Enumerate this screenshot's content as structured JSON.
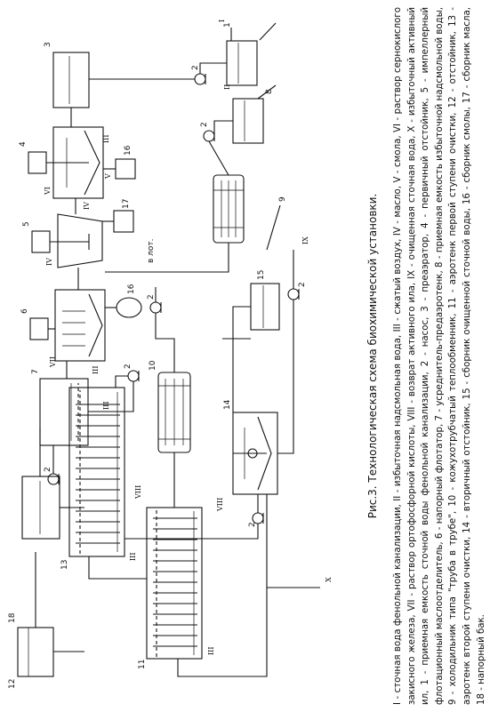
{
  "figure": {
    "caption": "Рис.3. Технологическая схема биохимической установки.",
    "legend": "I - сточная вода фенольной канализации, II - избыточная надсмольная вода, III - сжатый воздух, IV - масло, V - смола, VI - раствор сернокислого закисного железа, VII - раствор ортофосфорной кислоты, VIII - возврат активного ила, IX - очищенная сточная вода, X - избыточный активный ил, 1 - приемная емкость сточной воды фенольной канализации, 2 - насос, 3 - преаэратор, 4 - первичный отстойник, 5 - импеллерный флотационный маслоотделитель, 6 - напорный флотатор, 7 - усреднитель-предаэротенк, 8 - приемная емкость избыточной надсмольной воды, 9 - холодильник типа \"труба в трубе\", 10 - кожухотрубчатый теплообменник, 11 - аэротенк первой ступени очистки, 12 - отстойник, 13 - аэротенк второй ступени очистки, 14 - вторичный отстойник, 15 - сборник очищенной сточной воды, 16 - сборник смолы, 17 - сборник масла, 18 - напорный бак."
  },
  "diagram": {
    "unit_labels": {
      "u1": "1",
      "u2a": "2",
      "u2b": "2",
      "u2c": "2",
      "u2d": "2",
      "u2e": "2",
      "u2f": "2",
      "u2g": "2",
      "u3": "3",
      "u4": "4",
      "u5": "5",
      "u6": "6",
      "u7": "7",
      "u8": "8",
      "u9": "9",
      "u10": "10",
      "u11": "11",
      "u12": "12",
      "u13": "13",
      "u14": "14",
      "u15": "15",
      "u16a": "16",
      "u16b": "16",
      "u17": "17",
      "u18": "18"
    },
    "stream_labels": {
      "s1": "I",
      "s2": "II",
      "s3a": "III",
      "s3b": "III",
      "s3c": "III",
      "s3d": "III",
      "s3e": "III",
      "s4a": "IV",
      "s4b": "IV",
      "s5": "V",
      "s6": "VI",
      "s7": "VII",
      "s8a": "VIII",
      "s8b": "VIII",
      "s9": "IX",
      "s10": "X"
    },
    "notes": {
      "n1": "в лот."
    }
  }
}
